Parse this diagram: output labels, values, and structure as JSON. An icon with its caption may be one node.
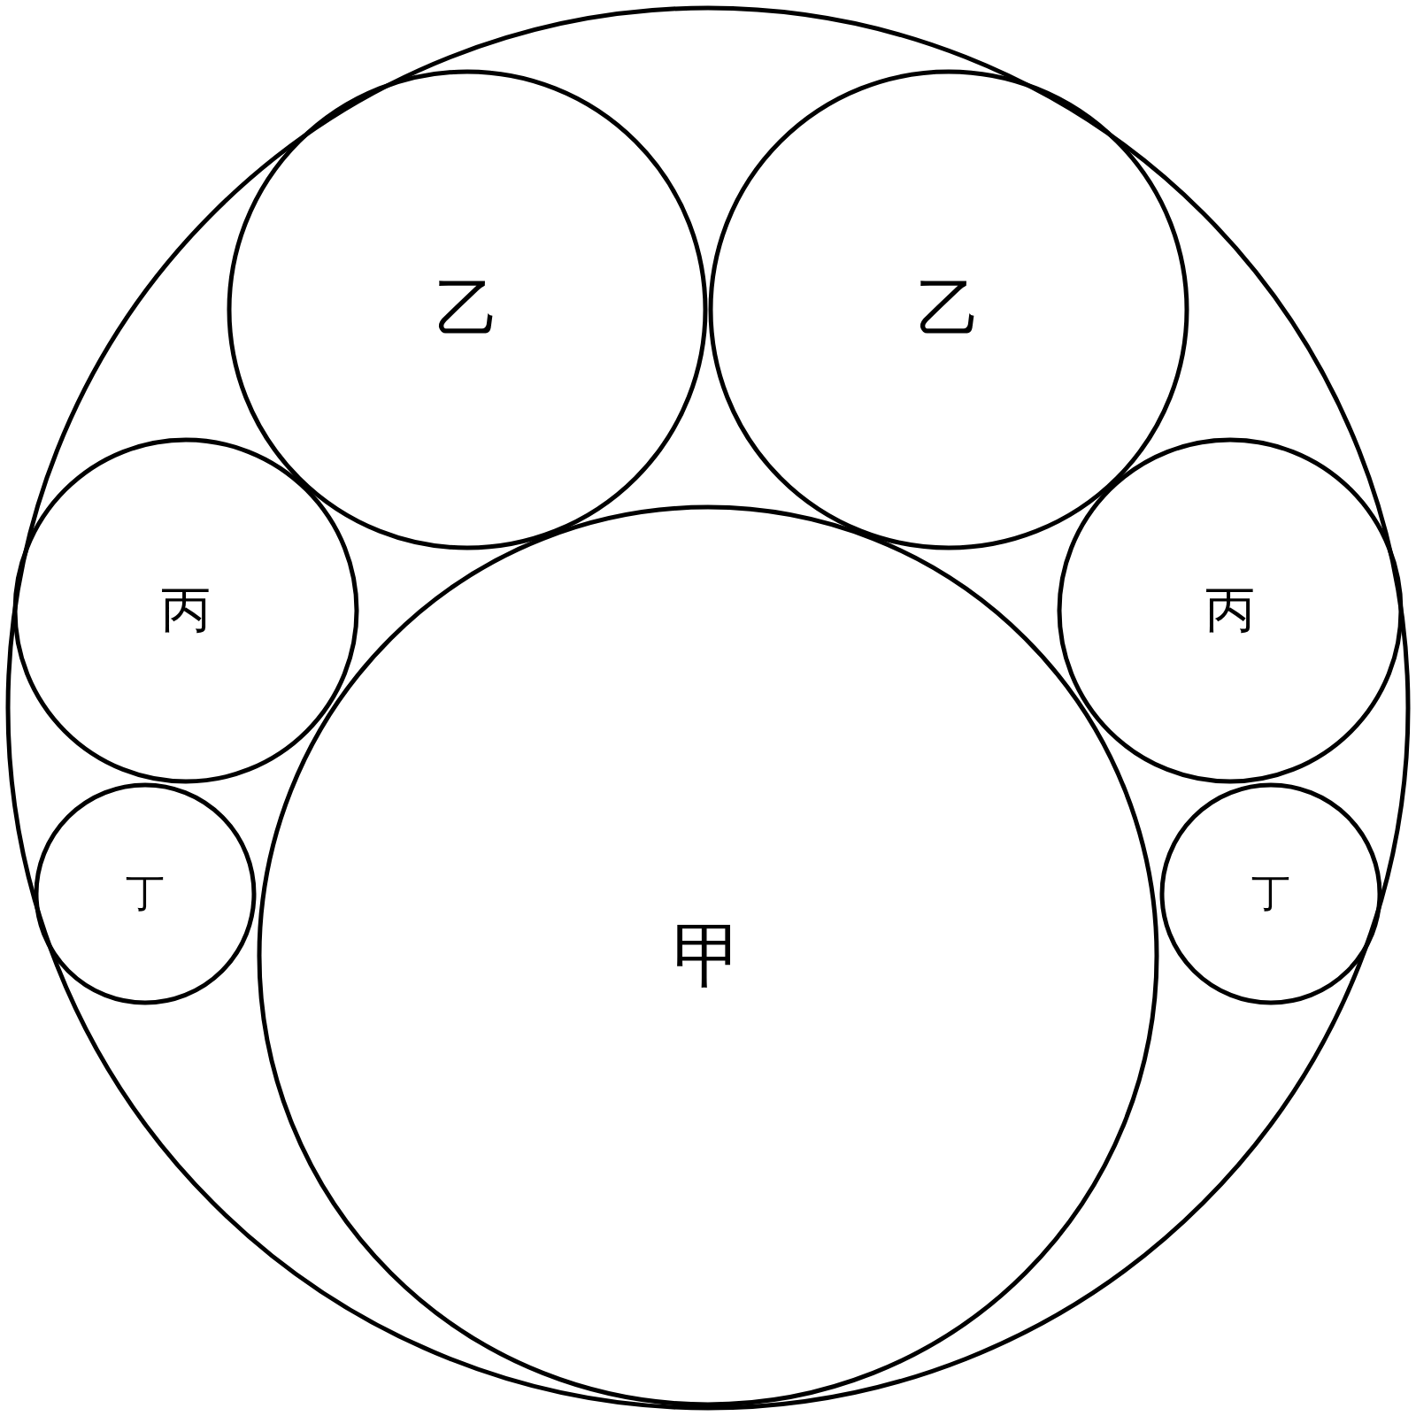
{
  "diagram": {
    "nodes": [
      {
        "text": [],
        "shape": "circle"
      },
      {
        "text": [
          "乙"
        ],
        "in": 0
      },
      {
        "text": [
          "乙"
        ],
        "in": 0
      },
      {
        "text": [
          "丙"
        ],
        "in": 0
      },
      {
        "text": [
          "丙"
        ],
        "in": 0
      },
      {
        "text": [
          "丁"
        ],
        "in": 0
      },
      {
        "text": [
          "甲"
        ],
        "in": 0
      },
      {
        "text": [
          "丁"
        ],
        "in": 0
      }
    ]
  }
}
